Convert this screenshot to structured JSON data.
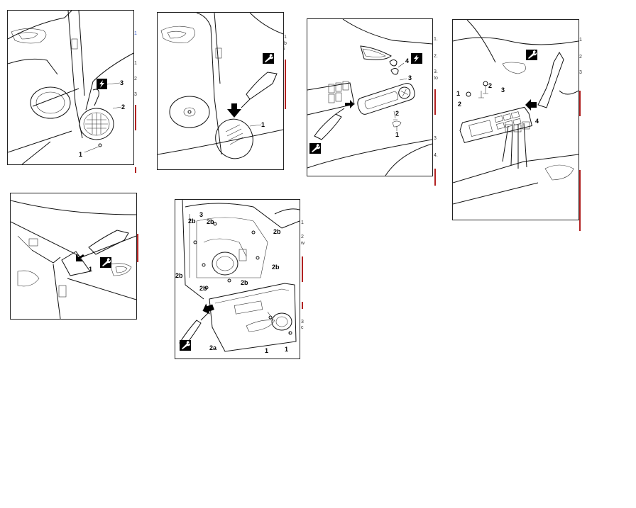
{
  "colors": {
    "line": "#111111",
    "accent": "#b22222",
    "link": "#3a5fcd",
    "badge": "#000000"
  },
  "icons": [
    "wrench-icon",
    "connector-icon",
    "arrow-icon"
  ],
  "panels": [
    {
      "id": "speaker-rear",
      "labels": {
        "a": "3",
        "b": "2",
        "c": "1"
      },
      "badge": "connector-icon"
    },
    {
      "id": "speaker-cover",
      "labels": {
        "a": "1"
      },
      "badge": "wrench-icon"
    },
    {
      "id": "switch-removal",
      "labels": {
        "a": "4",
        "b": "3",
        "c": "2",
        "d": "1"
      },
      "badges": [
        "connector-icon",
        "wrench-icon"
      ]
    },
    {
      "id": "window-switch",
      "labels": {
        "a": "1",
        "b": "2",
        "c": "2",
        "d": "3",
        "e": "4"
      },
      "badge": "wrench-icon"
    },
    {
      "id": "mirror-trim",
      "labels": {
        "a": "1"
      },
      "badge": "wrench-icon"
    },
    {
      "id": "door-panel",
      "labels": {
        "a": "2b",
        "b": "3",
        "c": "2b",
        "d": "2b",
        "e": "2b",
        "f": "2b",
        "g": "2b",
        "h": "2b",
        "i": "2a",
        "j": "1",
        "k": "1"
      },
      "badge": "wrench-icon"
    }
  ],
  "strips": {
    "s1": [
      "1",
      "2",
      "3"
    ],
    "s2": [
      "1",
      "b",
      "i"
    ],
    "s3": [
      "1.",
      "2.",
      "3.",
      "to",
      "3",
      "4."
    ],
    "s4": [
      "1",
      "2",
      "3"
    ],
    "s6": [
      "1",
      "2",
      "w",
      "3",
      "c"
    ]
  }
}
